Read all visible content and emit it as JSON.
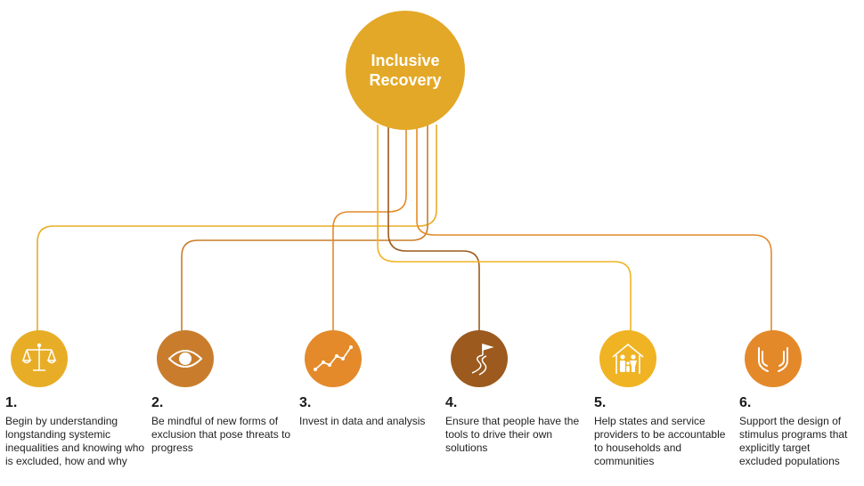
{
  "hub": {
    "line1": "Inclusive",
    "line2": "Recovery"
  },
  "steps": [
    {
      "number": "1.",
      "text": "Begin by understanding longstanding systemic inequalities and knowing who is excluded, how and why",
      "icon": "scales-of-justice-icon",
      "color": "#e8ad26"
    },
    {
      "number": "2.",
      "text": "Be mindful of new forms of exclusion that pose threats to progress",
      "icon": "eye-icon",
      "color": "#c97d2c"
    },
    {
      "number": "3.",
      "text": "Invest in data and analysis",
      "icon": "line-graph-icon",
      "color": "#e48a2a"
    },
    {
      "number": "4.",
      "text": "Ensure that people have the tools to drive their own solutions",
      "icon": "flag-path-icon",
      "color": "#9c5a1e"
    },
    {
      "number": "5.",
      "text": "Help states and service providers to be accountable to households and communities",
      "icon": "family-house-icon",
      "color": "#f0b323"
    },
    {
      "number": "6.",
      "text": "Support the design of stimulus programs that explicitly target excluded populations",
      "icon": "caring-hands-icon",
      "color": "#e4892a"
    }
  ]
}
